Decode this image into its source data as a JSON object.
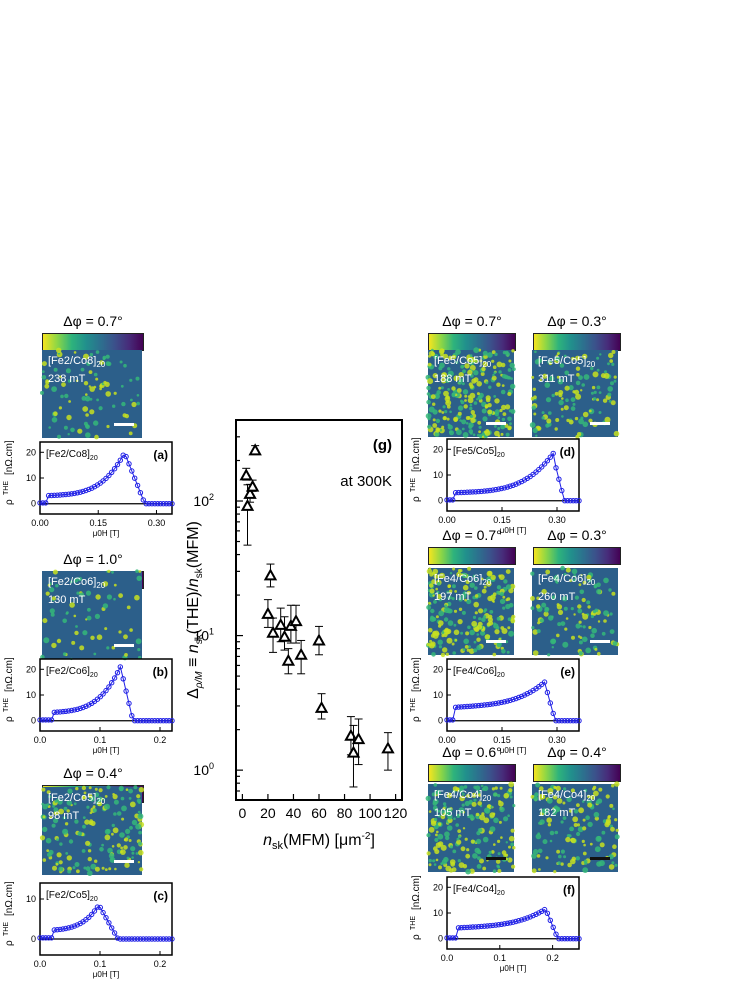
{
  "colorbar_prefix": "Δφ = ",
  "degree": "o",
  "panels": [
    {
      "id": "a",
      "letter": "(a)",
      "sample": "[Fe2/Co8]",
      "sub": "20",
      "field": "238 mT",
      "dphi": "0.7",
      "xticks": [
        "0.00",
        "0.15",
        "0.30"
      ],
      "xmax": 0.34,
      "yticks": [
        "0",
        "10",
        "20"
      ],
      "ymax": 24,
      "peak_x": 0.22,
      "peak_y": 19,
      "end_x": 0.27,
      "plateau": 3
    },
    {
      "id": "b",
      "letter": "(b)",
      "sample": "[Fe2/Co6]",
      "sub": "20",
      "field": "130 mT",
      "dphi": "1.0",
      "xticks": [
        "0.0",
        "0.1",
        "0.2"
      ],
      "xmax": 0.22,
      "yticks": [
        "0",
        "10",
        "20"
      ],
      "ymax": 24,
      "peak_x": 0.135,
      "peak_y": 20,
      "end_x": 0.155,
      "plateau": 3
    },
    {
      "id": "c",
      "letter": "(c)",
      "sample": "[Fe2/Co5]",
      "sub": "20",
      "field": "98 mT",
      "dphi": "0.4",
      "xticks": [
        "0.0",
        "0.1",
        "0.2"
      ],
      "xmax": 0.22,
      "yticks": [
        "0",
        "10"
      ],
      "ymax": 14,
      "peak_x": 0.1,
      "peak_y": 8,
      "end_x": 0.13,
      "plateau": 2
    },
    {
      "id": "d",
      "letter": "(d)",
      "sample": "[Fe5/Co5]",
      "sub": "20",
      "field": "",
      "dphi": "",
      "xticks": [
        "0.00",
        "0.15",
        "0.30"
      ],
      "xmax": 0.36,
      "yticks": [
        "0",
        "10",
        "20"
      ],
      "ymax": 24,
      "peak_x": 0.29,
      "peak_y": 17,
      "end_x": 0.32,
      "plateau": 3
    },
    {
      "id": "e",
      "letter": "(e)",
      "sample": "[Fe4/Co6]",
      "sub": "20",
      "field": "",
      "dphi": "",
      "xticks": [
        "0.00",
        "0.15",
        "0.30"
      ],
      "xmax": 0.36,
      "yticks": [
        "0",
        "10",
        "20"
      ],
      "ymax": 24,
      "peak_x": 0.27,
      "peak_y": 13,
      "end_x": 0.295,
      "plateau": 5
    },
    {
      "id": "f",
      "letter": "(f)",
      "sample": "[Fe4/Co4]",
      "sub": "20",
      "field": "",
      "dphi": "",
      "xticks": [
        "0.0",
        "0.1",
        "0.2"
      ],
      "xmax": 0.25,
      "yticks": [
        "0",
        "10",
        "20"
      ],
      "ymax": 24,
      "peak_x": 0.19,
      "peak_y": 10,
      "end_x": 0.21,
      "plateau": 4
    }
  ],
  "right_images": [
    {
      "sample": "[Fe5/Co5]",
      "sub": "20",
      "field": "188 mT",
      "dphi": "0.7"
    },
    {
      "sample": "[Fe5/Co5]",
      "sub": "20",
      "field": "311 mT",
      "dphi": "0.3"
    },
    {
      "sample": "[Fe4/Co6]",
      "sub": "20",
      "field": "197 mT",
      "dphi": "0.7"
    },
    {
      "sample": "[Fe4/Co6]",
      "sub": "20",
      "field": "260 mT",
      "dphi": "0.3"
    },
    {
      "sample": "[Fe4/Co4]",
      "sub": "20",
      "field": "105 mT",
      "dphi": "0.6"
    },
    {
      "sample": "[Fe4/Co4]",
      "sub": "20",
      "field": "182 mT",
      "dphi": "0.4"
    }
  ],
  "small_ylabel": "ρ",
  "small_ylabel_sup": "THE",
  "small_yunit": "[nΩ.cm]",
  "small_xlabel": "μ0H [T]",
  "chart_data": {
    "type": "scatter",
    "letter": "(g)",
    "annotation": "at 300K",
    "xlabel": "n_sk(MFM) [μm^-2]",
    "ylabel": "Δρ/M ≡ n_sk(THE)/n_sk(MFM)",
    "xlim": [
      -5,
      125
    ],
    "ylim": [
      0.6,
      400
    ],
    "yscale": "log",
    "xticks": [
      "0",
      "20",
      "40",
      "60",
      "80",
      "100",
      "120"
    ],
    "yticks": [
      "10^0",
      "10^1",
      "10^2"
    ],
    "points": [
      {
        "x": 3,
        "y": 155,
        "err": [
          12,
          20
        ]
      },
      {
        "x": 4,
        "y": 92,
        "err": [
          45,
          40
        ]
      },
      {
        "x": 6,
        "y": 113,
        "err": [
          15,
          20
        ]
      },
      {
        "x": 8,
        "y": 128,
        "err": [
          10,
          15
        ]
      },
      {
        "x": 10,
        "y": 238,
        "err": [
          15,
          20
        ]
      },
      {
        "x": 20,
        "y": 14.5,
        "err": [
          3,
          4
        ]
      },
      {
        "x": 22,
        "y": 28,
        "err": [
          5,
          6
        ]
      },
      {
        "x": 24,
        "y": 10.5,
        "err": [
          3,
          3
        ]
      },
      {
        "x": 30,
        "y": 12,
        "err": [
          3,
          4
        ]
      },
      {
        "x": 33,
        "y": 9.8,
        "err": [
          2,
          4
        ]
      },
      {
        "x": 36,
        "y": 6.5,
        "err": [
          1.3,
          1.5
        ]
      },
      {
        "x": 38,
        "y": 11.8,
        "err": [
          3,
          5
        ]
      },
      {
        "x": 42,
        "y": 12.8,
        "err": [
          4,
          4
        ]
      },
      {
        "x": 46,
        "y": 7.2,
        "err": [
          2,
          2
        ]
      },
      {
        "x": 60,
        "y": 9.2,
        "err": [
          2,
          2.5
        ]
      },
      {
        "x": 62,
        "y": 2.9,
        "err": [
          0.5,
          0.8
        ]
      },
      {
        "x": 85,
        "y": 1.8,
        "err": [
          0.5,
          0.7
        ]
      },
      {
        "x": 87,
        "y": 1.35,
        "err": [
          0.6,
          0.8
        ]
      },
      {
        "x": 91,
        "y": 1.7,
        "err": [
          0.6,
          0.7
        ]
      },
      {
        "x": 114,
        "y": 1.45,
        "err": [
          0.45,
          0.45
        ]
      }
    ]
  },
  "colors": {
    "curve": "#1f1fe6",
    "axis": "#000000"
  }
}
